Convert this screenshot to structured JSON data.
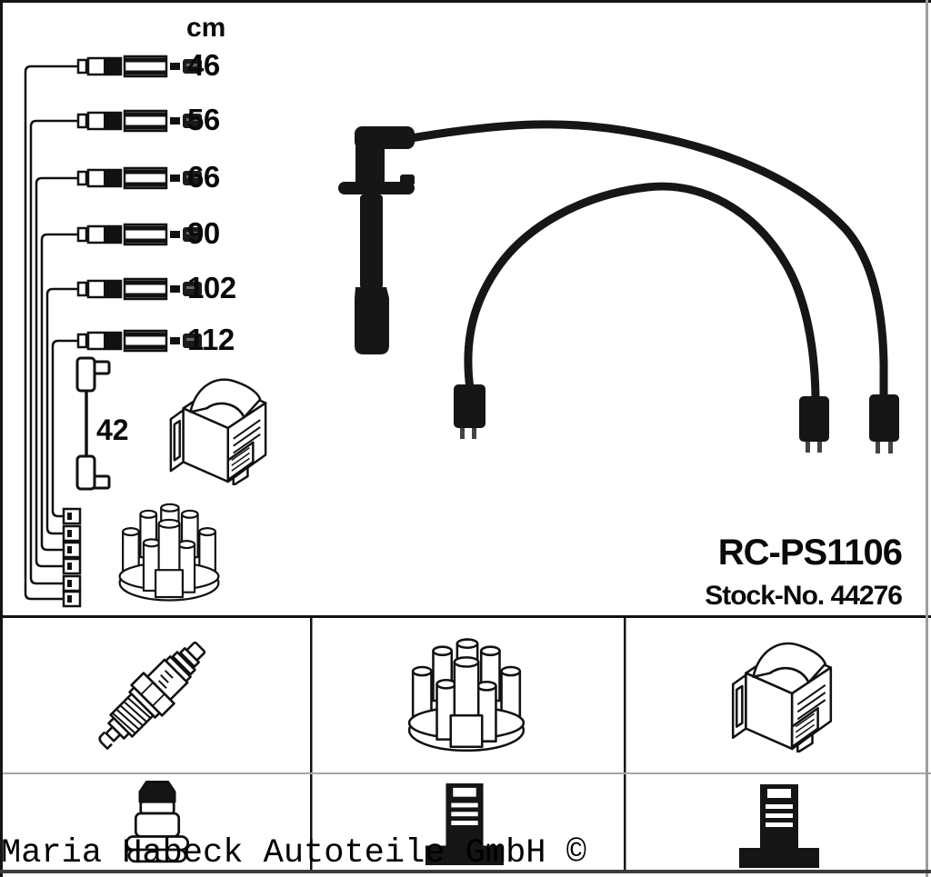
{
  "labels": {
    "unit": "cm",
    "lengths": [
      "46",
      "56",
      "66",
      "90",
      "102",
      "112"
    ],
    "coil_wire": "42",
    "part_number": "RC-PS1106",
    "stock_no": "Stock-No. 44276",
    "watermark": "Maria Habeck Autoteile GmbH ©"
  },
  "components": {
    "upper_area": [
      "measured-cable-set",
      "coil-wire",
      "ignition-coil-drawing",
      "distributor-cap-drawing",
      "spark-plug-wires-photo"
    ],
    "legend_row1": [
      "spark-plug",
      "distributor-cap",
      "ignition-coil"
    ],
    "legend_row2": [
      "spark-plug-boot",
      "distributor-terminal",
      "coil-terminal"
    ]
  },
  "colors": {
    "ink": "#111111",
    "photo_black": "#161616",
    "paper": "#ffffff",
    "grid_line": "#111111",
    "row_divider": "#a6a6a6"
  }
}
